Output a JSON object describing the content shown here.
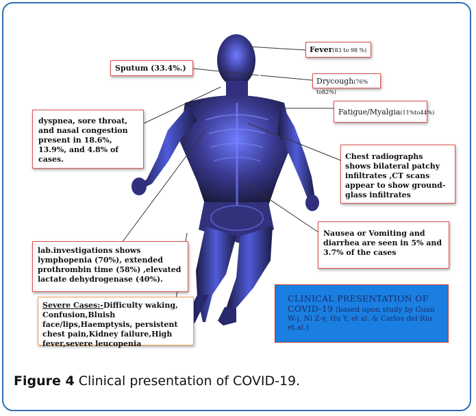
{
  "labels": {
    "fever_main": "Fever",
    "fever_pct": "(83 to 98 %)",
    "sputum": "Sputum (33.4%.)",
    "drycough_main": "Drycough",
    "drycough_pct": "(76% to82%)",
    "fatigue_main": "Fatigue/Myalgia",
    "fatigue_pct": "(11%to44%)",
    "dyspnea": "dyspnea, sore throat, and nasal congestion present in 18.6%, 13.9%, and 4.8% of cases.",
    "chest": "Chest radiographs shows bilateral patchy infiltrates ,CT scans appear to show ground-glass infiltrates",
    "nausea": "Nausea or Vomiting and diarrhea are seen in 5% and 3.7% of the cases",
    "lab": "lab.investigations shows lymphopenia (70%), extended prothrombin time (58%) ,elevated lactate dehydrogenase (40%).",
    "severe_title": "Severe Cases:-",
    "severe_text": "Difficulty waking, Confusion,Bluish face/lips,Haemptysis, persistent chest pain,Kidney failure,High fever,severe leucopenia"
  },
  "info_box": {
    "title": "CLINICAL PRESENTATION OF COVID-19",
    "text": "(based upon study by Guan W-j, Ni Z-y, Hu Y, et al. & Carlos del Rio et.al.)"
  },
  "caption": {
    "label": "Figure 4",
    "text": "Clinical presentation of COVID-19."
  },
  "colors": {
    "frame": "#2c6fb3",
    "callout_border": "#d9534f",
    "info_box": "#1a7fe0",
    "body_dark": "#1a1a4a",
    "body_glow": "#4a5fe0"
  }
}
